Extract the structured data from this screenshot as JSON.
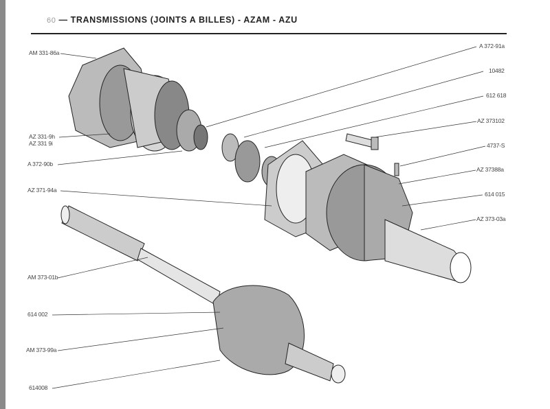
{
  "header": {
    "page_number": "60",
    "title": "— TRANSMISSIONS (JOINTS A BILLES) - AZAM - AZU"
  },
  "left_labels": [
    "AM 331-86a",
    "AZ 331-9h",
    "AZ 331 9i",
    "A 372-90b",
    "AZ 371-94a",
    "AM 373-01b",
    "614 002",
    "AM 373-99a",
    "614008"
  ],
  "right_labels": [
    "A 372-91a",
    "10482",
    "612 618",
    "AZ 373102",
    "4737-S",
    "AZ 37388a",
    "614 015",
    "AZ 373-03a"
  ]
}
